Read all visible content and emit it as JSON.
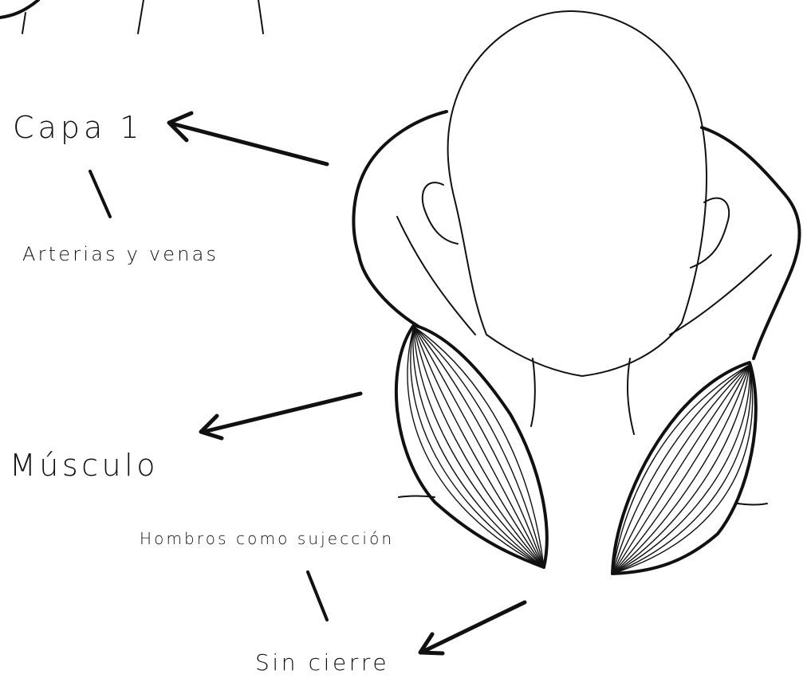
{
  "labels": {
    "capa": "Capa 1",
    "arterias": "Arterias y venas",
    "musculo": "Músculo",
    "hombros": "Hombros como sujección",
    "sin_cierre": "Sin cierre"
  },
  "colors": {
    "ink": "#111111",
    "background": "#ffffff"
  }
}
